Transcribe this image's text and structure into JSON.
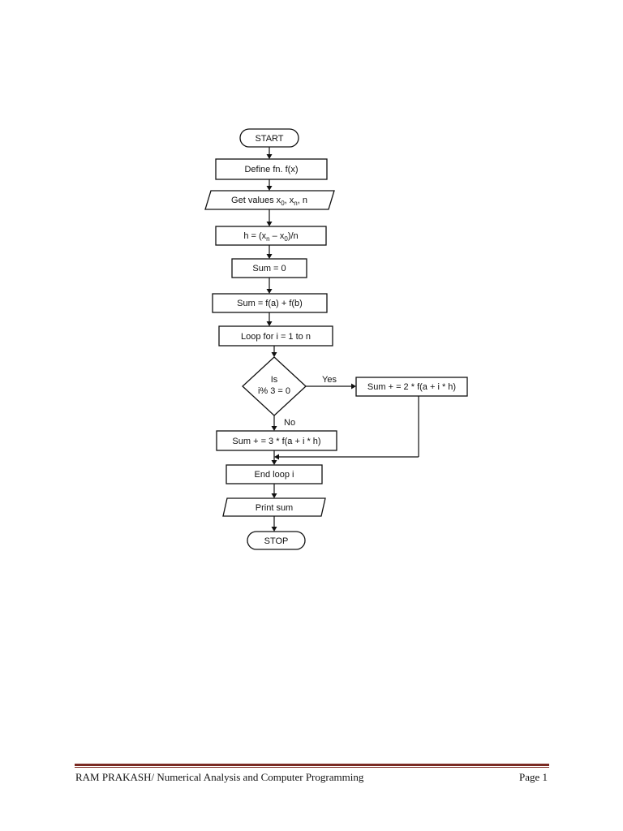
{
  "flowchart": {
    "start": "START",
    "define_fn": "Define fn. f(x)",
    "get_values": {
      "prefix": "Get values x",
      "sub0": "0",
      "sep1": ", x",
      "subn": "n",
      "suffix": ", n"
    },
    "step_h": {
      "prefix": "h = (x",
      "subn": "n",
      "mid": " – x",
      "sub0": "0",
      "suffix": ")/n"
    },
    "sum_init": "Sum = 0",
    "sum_ends": "Sum = f(a) + f(b)",
    "loop_start": "Loop for i = 1 to n",
    "decision": {
      "line1": "Is",
      "line2": "i% 3 = 0"
    },
    "yes_label": "Yes",
    "no_label": "No",
    "yes_action": "Sum + = 2 * f(a + i * h)",
    "no_action": "Sum + = 3 * f(a + i * h)",
    "loop_end": "End loop i",
    "print_sum": "Print sum",
    "stop": "STOP"
  },
  "footer": {
    "left": "RAM PRAKASH/ Numerical Analysis and Computer Programming",
    "right": "Page 1"
  },
  "colors": {
    "footer_rule": "#7a2a22",
    "ink": "#111111"
  }
}
